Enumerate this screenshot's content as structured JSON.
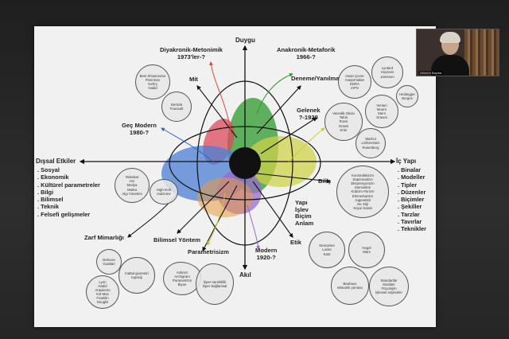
{
  "axes": {
    "top": "Duygu",
    "bottom": "Akıl",
    "right": "İç Yapı",
    "left": "Dışsal Etkiler"
  },
  "left_list": [
    ". Sosyal",
    ". Ekonomik",
    ". Kültürel parametreler",
    ". Bilgi",
    ". Bilimsel",
    ". Teknik",
    ". Felsefi gelişmeler"
  ],
  "right_list": [
    ". Binalar",
    ". Modeller",
    ". Tipler",
    ". Düzenler",
    ". Biçimler",
    ". Şekiller",
    ". Tarzlar",
    ". Tavırlar",
    ". Teknikler"
  ],
  "labels": {
    "diyakronik": "Diyakronik-Metonimik",
    "diyakronik_date": "1973'ler-?",
    "anakronik": "Anakronik-Metaforik",
    "anakronik_date": "1966-?",
    "mit": "Mit",
    "deneme": "Deneme/Yanılma",
    "gelenek": "Gelenek",
    "gelenek_date": "?-1920",
    "gec_modern": "Geç Modern",
    "gec_modern_date": "1980-?",
    "bilis": "Biliş",
    "yapi1": "Yapı",
    "yapi2": "İşlev",
    "yapi3": "Biçim",
    "yapi4": "Anlam",
    "zarf": "Zarf Mimarlığı",
    "bilimsel": "Bilimsel Yöntem",
    "parametrisizm": "Parametrisizm",
    "modern": "Modern",
    "modern_date": "1920-?",
    "etik": "Etik"
  },
  "bubbles": {
    "b1": [
      "Best Showroome",
      "Fleerman",
      "Gehry",
      "Hadid"
    ],
    "b2": [
      "Derrida",
      "Foucault"
    ],
    "b3": [
      "Rekebat",
      "Hız",
      "Medya",
      "Marka",
      "Algı Yönetimi"
    ],
    "b4": [
      "High-tech",
      "malzeme"
    ],
    "b5": [
      "Insan Çevre",
      "Araştırmaları",
      "EDRA",
      "IAPS"
    ],
    "b6": [
      "Lyotard",
      "Huyssns",
      "Jameson"
    ],
    "b7": [
      "Heidegger",
      "Borges"
    ],
    "b8": [
      "Venedik Okulu",
      "Tafuri",
      "Rossi",
      "Grassi",
      "Krier"
    ],
    "b9": [
      "Venturi",
      "Moore",
      "Stern",
      "Graves"
    ],
    "b10": [
      "Warhol",
      "Lichtenstein",
      "Rosenberg"
    ],
    "b11": [
      "Konstrüktivizm",
      "Süprematizm",
      "Ekspresyonizm",
      "Sürrealizm",
      "Kübizm Pürizm",
      "Elementarizm",
      "Jugendstil",
      "De Stijl",
      "Soyut Sanat"
    ],
    "b12": [
      "Deleuze",
      "Guattari"
    ],
    "b13": [
      "Inattal geometri",
      "topoloji"
    ],
    "b14": [
      "Lynn",
      "Hadid",
      "Arquitecto",
      "Kol-Mac",
      "Franklin",
      "Douglis"
    ],
    "b15": [
      "Ashrezi",
      "Archigram",
      "Parametrizm",
      "Biyon"
    ],
    "b16": [
      "hiper-sürekililik",
      "hiper-bağlamsal"
    ],
    "b17": [
      "Descartes",
      "Locke",
      "Kant"
    ],
    "b18": [
      "Hegel",
      "Marx"
    ],
    "b19": [
      "Bauhaus",
      "Mimarlık yönünü"
    ],
    "b20": [
      "Standartlar",
      "Modüler",
      "Fizyolojim",
      "İşlevsel söylemler"
    ]
  },
  "video": {
    "participant_label": "Gülsüm Baydar"
  },
  "colors": {
    "green": "#3aa03a",
    "red": "#d94a5a",
    "blue": "#4a7fd6",
    "yellow": "#cfd24a",
    "purple": "#9a6ad0",
    "orange": "#e89a40"
  }
}
